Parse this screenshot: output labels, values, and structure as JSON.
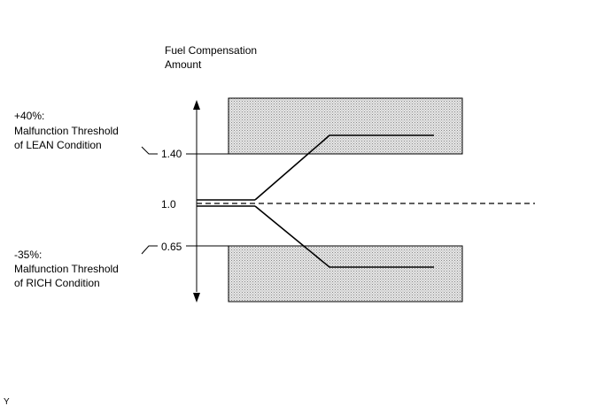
{
  "y_axis": {
    "title_line1": "Fuel Compensation",
    "title_line2": "Amount",
    "ticks": [
      "1.40",
      "1.0",
      "0.65"
    ]
  },
  "lean_label": {
    "line1": "+40%:",
    "line2": "Malfunction Threshold",
    "line3": "of LEAN Condition"
  },
  "rich_label": {
    "line1": "-35%:",
    "line2": "Malfunction Threshold",
    "line3": "of RICH Condition"
  },
  "corner_mark": "Y",
  "colors": {
    "zone_fill": "#d8d8d8",
    "line": "#000000"
  }
}
